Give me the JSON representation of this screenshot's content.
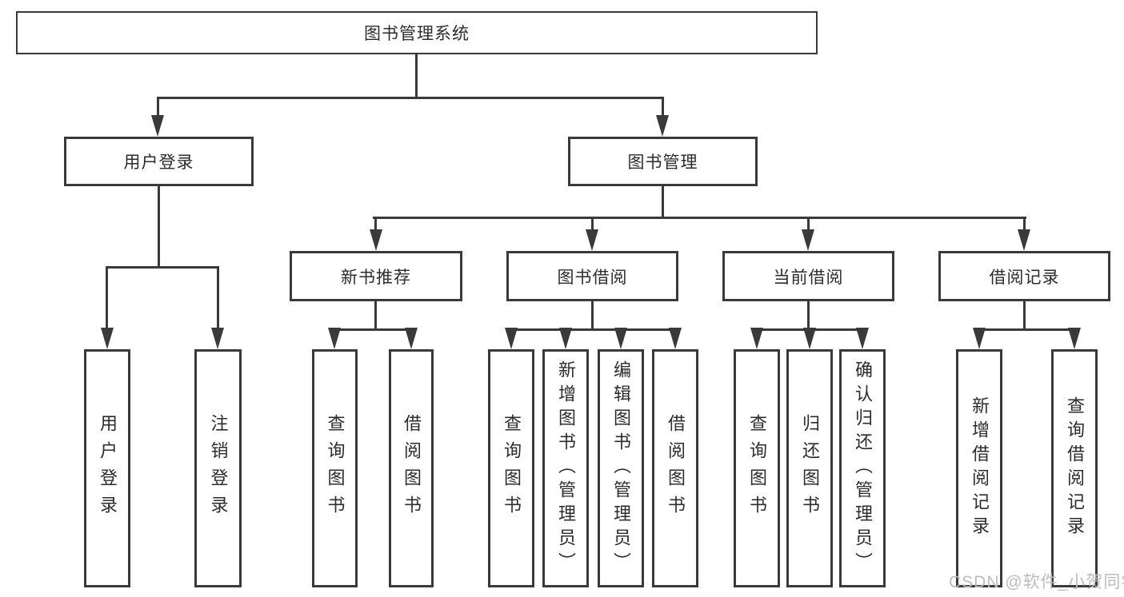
{
  "diagram_title": "图书管理系统",
  "watermark": {
    "text": "CSDN @软件_小贺同学"
  },
  "colors": {
    "line": "#3a3a3a",
    "text": "#2c2c2c",
    "watermark": "#bdbdbd",
    "background": "#ffffff"
  },
  "tree": {
    "label": "图书管理系统",
    "children": [
      {
        "label": "用户登录",
        "children": [
          {
            "label": "用户登录"
          },
          {
            "label": "注销登录"
          }
        ]
      },
      {
        "label": "图书管理",
        "children": [
          {
            "label": "新书推荐",
            "children": [
              {
                "label": "查询图书"
              },
              {
                "label": "借阅图书"
              }
            ]
          },
          {
            "label": "图书借阅",
            "children": [
              {
                "label": "查询图书"
              },
              {
                "label": "新增图书（管理员）"
              },
              {
                "label": "编辑图书（管理员）"
              },
              {
                "label": "借阅图书"
              }
            ]
          },
          {
            "label": "当前借阅",
            "children": [
              {
                "label": "查询图书"
              },
              {
                "label": "归还图书"
              },
              {
                "label": "确认归还（管理员）"
              }
            ]
          },
          {
            "label": "借阅记录",
            "children": [
              {
                "label": "新增借阅记录"
              },
              {
                "label": "查询借阅记录"
              }
            ]
          }
        ]
      }
    ]
  }
}
